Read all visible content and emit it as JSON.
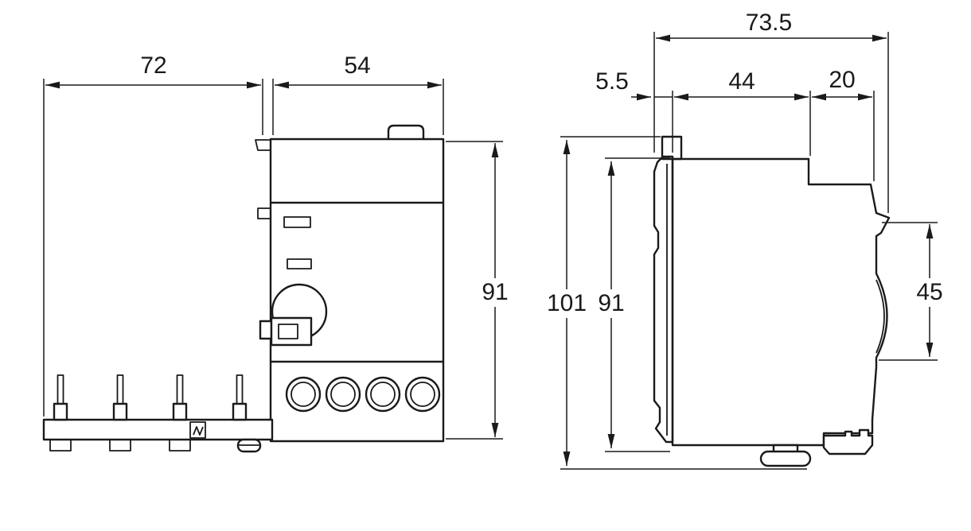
{
  "drawing": {
    "type": "technical-dimension-drawing",
    "views": {
      "front": {
        "dims": {
          "rail_width": "72",
          "body_width": "54",
          "body_height": "91"
        }
      },
      "side": {
        "dims": {
          "total_depth": "73.5",
          "plate_depth": "5.5",
          "body_depth": "44",
          "terminal_depth": "20",
          "total_height": "101",
          "body_height": "91",
          "terminal_height": "45"
        }
      }
    },
    "line_color": "#1a1a1a",
    "background_color": "#ffffff"
  }
}
